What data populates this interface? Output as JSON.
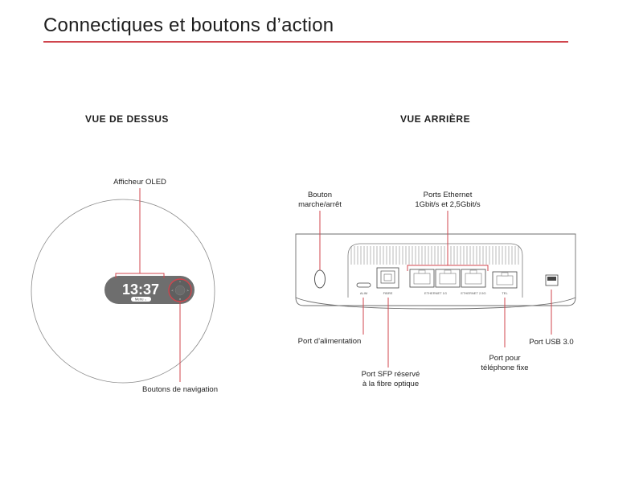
{
  "header": {
    "title": "Connectiques et boutons d’action"
  },
  "sections": {
    "top_view": "VUE DE DESSUS",
    "rear_view": "VUE ARRIÈRE"
  },
  "top_view": {
    "oled_label": "Afficheur OLED",
    "nav_label": "Boutons de navigation",
    "screen_time": "13:37",
    "screen_menu": "Menu ⌄"
  },
  "rear_view": {
    "power_button_label_line1": "Bouton",
    "power_button_label_line2": "marche/arrêt",
    "ethernet_label_line1": "Ports Ethernet",
    "ethernet_label_line2": "1Gbit/s et 2,5Gbit/s",
    "power_port_label": "Port d’alimentation",
    "sfp_label_line1": "Port SFP réservé",
    "sfp_label_line2": "à la fibre optique",
    "phone_label_line1": "Port pour",
    "phone_label_line2": "téléphone fixe",
    "usb_label": "Port USB 3.0",
    "port_text_alim": "ALIM",
    "port_text_fibre": "FIBRE",
    "port_text_eth1": "ETHERNET 1G",
    "port_text_eth25": "ETHERNET 2.5G",
    "port_text_tel": "TEL"
  },
  "colors": {
    "accent": "#d0454d",
    "device_outline": "#7a7a7a",
    "screen_bg": "#6e6e6e"
  }
}
